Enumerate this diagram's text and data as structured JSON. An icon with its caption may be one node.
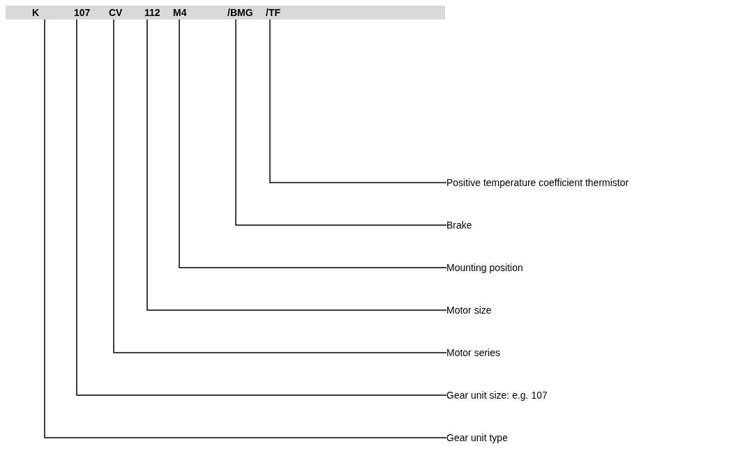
{
  "diagram": {
    "nodes": [
      {
        "text": [],
        "shape": "bar"
      },
      {
        "text": [
          "K"
        ],
        "in": 0
      },
      {
        "text": [
          "107"
        ],
        "in": 0
      },
      {
        "text": [
          "CV"
        ],
        "in": 0
      },
      {
        "text": [
          "112"
        ],
        "in": 0
      },
      {
        "text": [
          "M4"
        ],
        "in": 0
      },
      {
        "text": [
          "/BMG"
        ],
        "in": 0
      },
      {
        "text": [
          "/TF"
        ],
        "in": 0
      },
      {
        "text": [
          "Positive temperature coefficient thermistor"
        ]
      },
      {
        "text": [
          "Brake"
        ]
      },
      {
        "text": [
          "Mounting position"
        ]
      },
      {
        "text": [
          "Motor size"
        ]
      },
      {
        "text": [
          "Motor series"
        ]
      },
      {
        "text": [
          "Gear unit size: e.g. 107"
        ]
      },
      {
        "text": [
          "Gear unit type"
        ]
      }
    ],
    "edges": [
      {
        "from": 7,
        "to": 8,
        "arrow": "none"
      },
      {
        "from": 6,
        "to": 9,
        "arrow": "none"
      },
      {
        "from": 5,
        "to": 10,
        "arrow": "none"
      },
      {
        "from": 4,
        "to": 11,
        "arrow": "none"
      },
      {
        "from": 3,
        "to": 12,
        "arrow": "none"
      },
      {
        "from": 2,
        "to": 13,
        "arrow": "none"
      },
      {
        "from": 1,
        "to": 14,
        "arrow": "none"
      }
    ]
  }
}
